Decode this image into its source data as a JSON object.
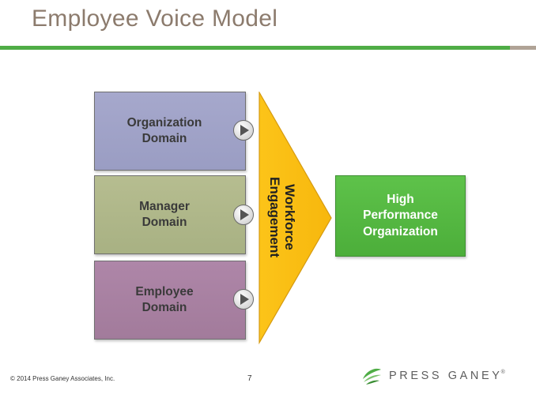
{
  "slide": {
    "title": "Employee Voice Model"
  },
  "diagram": {
    "domains": [
      {
        "label": "Organization\nDomain",
        "color": "#a0a3c8"
      },
      {
        "label": "Manager\nDomain",
        "color": "#adb589"
      },
      {
        "label": "Employee\nDomain",
        "color": "#a881a1"
      }
    ],
    "funnel_label": "Workforce\nEngagement",
    "funnel_color": "#fbbf13",
    "result_label": "High\nPerformance\nOrganization",
    "result_color": "#55b843"
  },
  "footer": {
    "copyright": "© 2014 Press Ganey Associates, Inc.",
    "page_number": "7",
    "logo_text": "PRESS GANEY",
    "logo_mark": "®"
  },
  "colors": {
    "accent_green": "#4fad46",
    "accent_tan": "#b0a396",
    "title_text": "#8c7b6d"
  }
}
